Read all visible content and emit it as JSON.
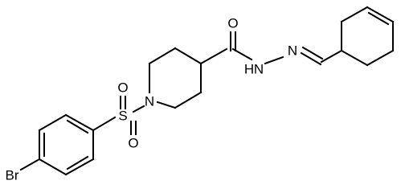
{
  "molecule": {
    "atoms": {
      "br": "Br",
      "s": "S",
      "o_sulfonyl_top": "O",
      "o_sulfonyl_bottom": "O",
      "n_piperidine": "N",
      "o_carbonyl": "O",
      "nh": "N",
      "h": "H",
      "n_imine": "N"
    },
    "colors": {
      "bond": "#000000",
      "label": "#000000",
      "background": "#ffffff"
    }
  }
}
